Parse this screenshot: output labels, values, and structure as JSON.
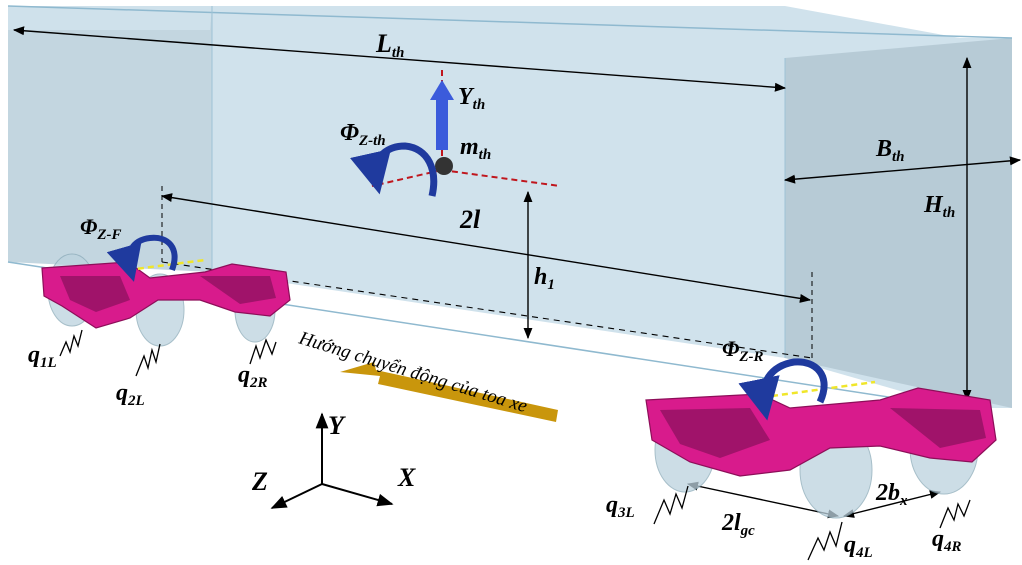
{
  "labels": {
    "L_th": {
      "main": "L",
      "sub": "th"
    },
    "Y_th": {
      "main": "Y",
      "sub": "th"
    },
    "Phi_Z_th": {
      "main": "Φ",
      "sub": "Z-th"
    },
    "m_th": {
      "main": "m",
      "sub": "th"
    },
    "B_th": {
      "main": "B",
      "sub": "th"
    },
    "H_th": {
      "main": "H",
      "sub": "th"
    },
    "two_l": {
      "main": "2l"
    },
    "Phi_Z_F": {
      "main": "Φ",
      "sub": "Z-F"
    },
    "h1": {
      "main": "h",
      "sub": "1"
    },
    "Phi_Z_R": {
      "main": "Φ",
      "sub": "Z-R"
    },
    "q1L": {
      "main": "q",
      "sub": "1L"
    },
    "q2L": {
      "main": "q",
      "sub": "2L"
    },
    "q2R": {
      "main": "q",
      "sub": "2R"
    },
    "q3L": {
      "main": "q",
      "sub": "3L"
    },
    "q4L": {
      "main": "q",
      "sub": "4L"
    },
    "q4R": {
      "main": "q",
      "sub": "4R"
    },
    "two_lgc": {
      "main": "2l",
      "sub": "gc"
    },
    "two_bx": {
      "main": "2b",
      "sub": "x"
    }
  },
  "direction_text": "Hướng chuyển động của toa xe",
  "axes": {
    "y": "Y",
    "z": "Z",
    "x": "X"
  },
  "colors": {
    "car_body": "#b9d7e6",
    "bogie_frame": "#d81b8c",
    "rotation_arrow": "#1f3a9e",
    "vertical_arrow": "#3b5bdb",
    "direction_arrow": "#c9960c",
    "axis_dash": "#c0161d",
    "axle_marker": "#f0e62a"
  }
}
